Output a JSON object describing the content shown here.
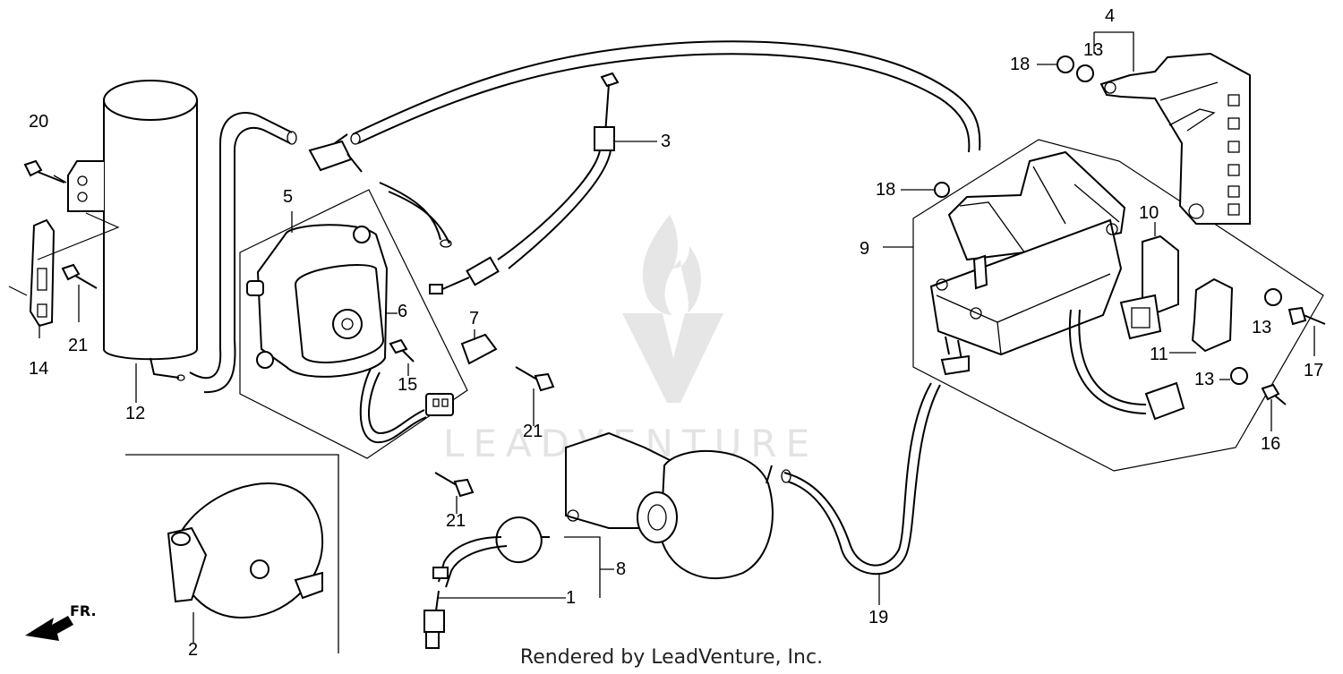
{
  "diagram": {
    "callouts": [
      "1",
      "2",
      "3",
      "4",
      "5",
      "6",
      "7",
      "8",
      "9",
      "10",
      "11",
      "12",
      "13",
      "14",
      "15",
      "16",
      "17",
      "18",
      "19",
      "20",
      "21"
    ],
    "watermark": "LEADVENTURE",
    "front_marker": "FR.",
    "colors": {
      "line": "#000000",
      "watermark": "#e6e6e6",
      "background": "#ffffff"
    }
  },
  "footer": {
    "text": "Rendered by LeadVenture, Inc."
  }
}
